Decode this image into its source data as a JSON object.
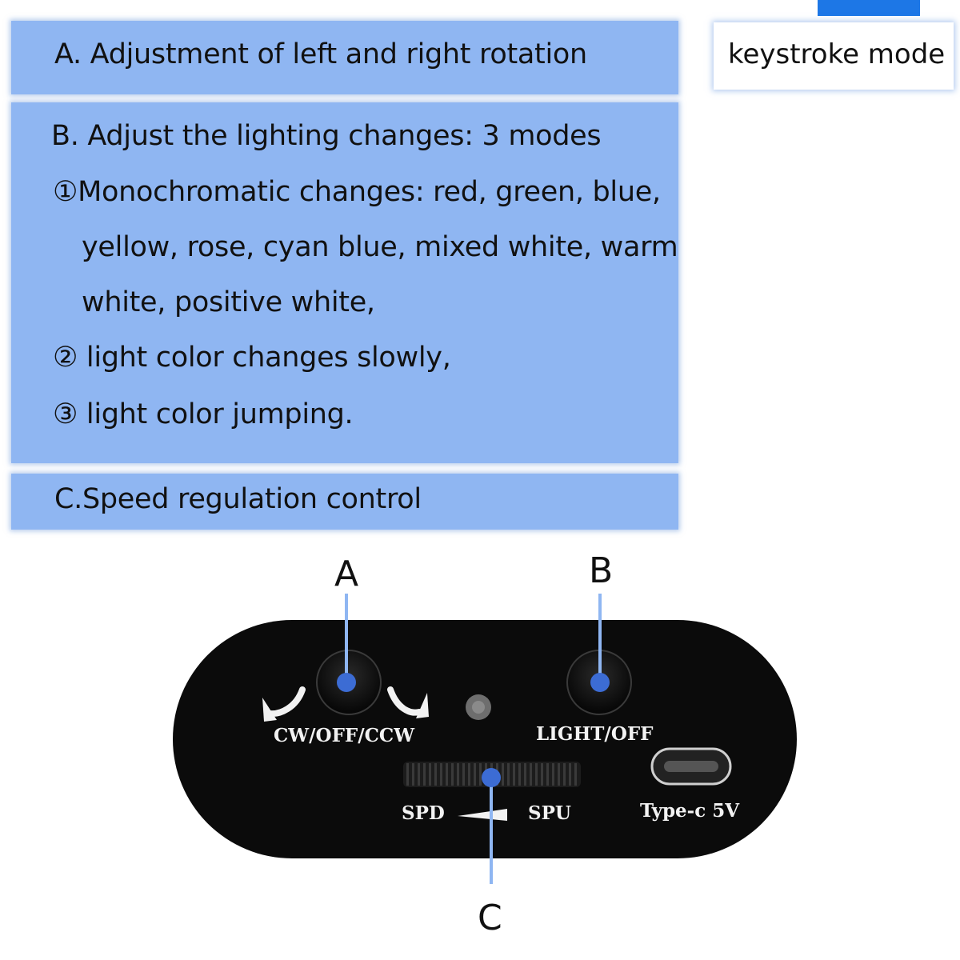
{
  "panels": {
    "a": {
      "text": "A. Adjustment of left and right rotation"
    },
    "b": {
      "lines": [
        "B. Adjust the lighting changes: 3 modes",
        "①Monochromatic changes: red, green, blue,",
        "yellow, rose, cyan blue, mixed white, warm",
        "white, positive white,",
        "② light color changes slowly,",
        "③ light color jumping."
      ]
    },
    "c": {
      "text": "C.Speed regulation control"
    }
  },
  "mode_box": {
    "label": "keystroke mode"
  },
  "callouts": {
    "a": "A",
    "b": "B",
    "c": "C"
  },
  "device": {
    "rotation_label": "CW/OFF/CCW",
    "light_label": "LIGHT/OFF",
    "speed_down_label": "SPD",
    "speed_up_label": "SPU",
    "port_label": "Type-c 5V"
  },
  "colors": {
    "panel": "#8fb6f2",
    "callout_line": "#8fb6f2",
    "accent_tab": "#1d77e6",
    "device_body": "#0b0b0b",
    "knob_dot": "#3c6cd4"
  }
}
